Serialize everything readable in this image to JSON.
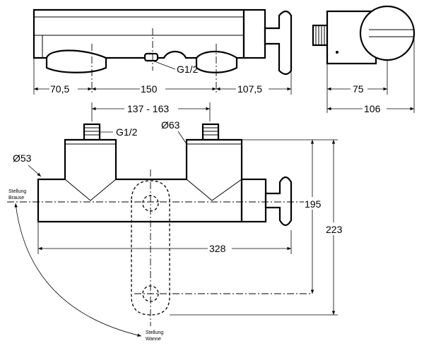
{
  "top_view": {
    "thread_label": "G1/2",
    "dim_left": "70,5",
    "dim_middle": "150",
    "dim_right": "107,5"
  },
  "side_view": {
    "dim_depth_inner": "75",
    "dim_depth_total": "106"
  },
  "front_view": {
    "dim_inlet_spacing": "137 - 163",
    "thread_label": "G1/2",
    "diameter_body_left": "Ø53",
    "diameter_body_right": "Ø63",
    "position_shower_line1": "Stellung",
    "position_shower_line2": "Brause",
    "position_bath_line1": "Stellung",
    "position_bath_line2": "Wanne",
    "dim_length": "328",
    "dim_height_spout": "195",
    "dim_height_total": "223"
  }
}
